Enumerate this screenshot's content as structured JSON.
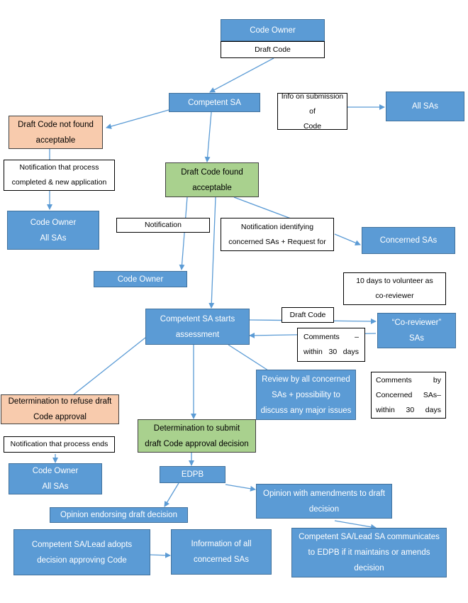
{
  "nodes": {
    "code_owner_top": "Code Owner",
    "draft_code_top": "Draft Code",
    "competent_sa": "Competent SA",
    "info_submission": "Info on submission of\nCode",
    "all_sas": "All SAs",
    "draft_not_found": "Draft Code not found\nacceptable",
    "notif_completed": "Notification that process\ncompleted & new application",
    "code_owner_all_sas_1": "Code Owner\nAll SAs",
    "draft_found": "Draft Code found\nacceptable",
    "notification": "Notification",
    "notif_identifying": "Notification identifying\nconcerned SAs + Request for",
    "concerned_sas": "Concerned SAs",
    "code_owner_mid": "Code Owner",
    "ten_days": "10 days to volunteer as\nco-reviewer",
    "competent_starts": "Competent SA starts\nassessment",
    "draft_code_mid": "Draft Code",
    "co_reviewer": "“Co-reviewer”\nSAs",
    "comments_30": "Comments  –\nwithin 30 days",
    "review_all": "Review by all concerned\nSAs + possibility to\ndiscuss any major issues",
    "comments_by": "Comments  by\nConcerned  SAs–\nwithin 30 days",
    "determination_refuse": "Determination to refuse draft\nCode approval",
    "notif_ends": "Notification that process ends",
    "code_owner_all_sas_2": "Code Owner\nAll SAs",
    "determination_submit": "Determination to submit\ndraft Code approval decision",
    "edpb": "EDPB",
    "opinion_amend": "Opinion with amendments to draft\ndecision",
    "opinion_endorse": "Opinion endorsing draft decision",
    "lead_adopts": "Competent SA/Lead adopts\ndecision approving Code",
    "info_all": "Information of all\nconcerned SAs",
    "lead_communicates": "Competent SA/Lead SA communicates\nto EDPB if it maintains or amends\ndecision"
  },
  "colors": {
    "blue": "#5b9bd5",
    "peach": "#f8cbad",
    "green": "#a9d18e",
    "arrow": "#5b9bd5"
  }
}
